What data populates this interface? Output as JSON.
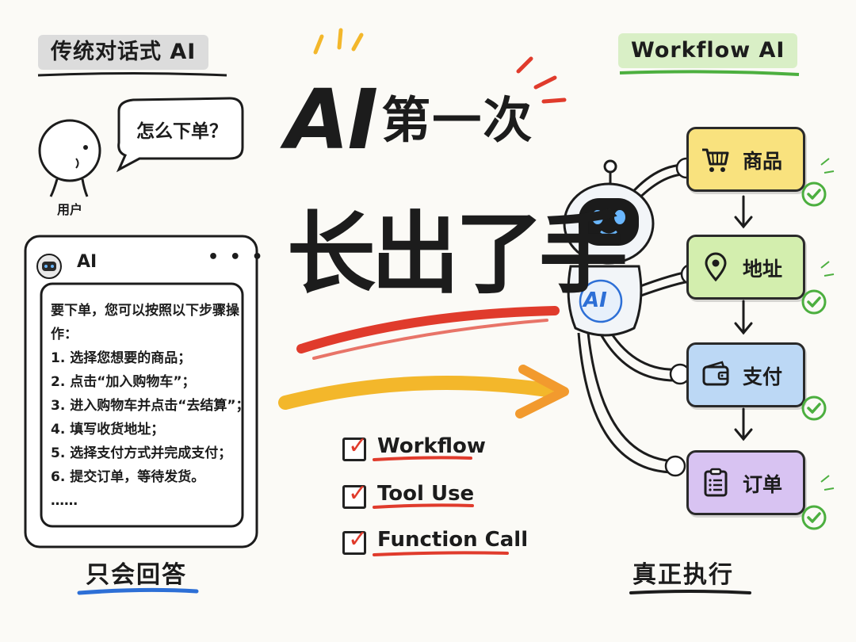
{
  "left": {
    "tag": "传统对话式 AI",
    "bubble": "怎么下单？",
    "user_label": "用户",
    "card_title": "AI",
    "card_menu": "• • •",
    "answer_intro": "要下单，您可以按照以下步骤操作：",
    "steps": [
      "1. 选择您想要的商品；",
      "2. 点击“加入购物车”；",
      "3. 进入购物车并点击“去结算”；",
      "4. 填写收货地址；",
      "5. 选择支付方式并完成支付；",
      "6. 提交订单，等待发货。"
    ],
    "ellipsis": "……",
    "caption": "只会回答"
  },
  "center": {
    "title_ai": "AI",
    "title_rest": "第一次",
    "title_line2": "长出了手",
    "checklist": [
      "Workflow",
      "Tool Use",
      "Function Call"
    ]
  },
  "right": {
    "tag": "Workflow AI",
    "robot_label": "AI",
    "steps": [
      {
        "label": "商品",
        "icon": "shopping-cart-icon",
        "color": "#f9e27e"
      },
      {
        "label": "地址",
        "icon": "location-pin-icon",
        "color": "#d3eeae"
      },
      {
        "label": "支付",
        "icon": "wallet-icon",
        "color": "#bcd8f5"
      },
      {
        "label": "订单",
        "icon": "clipboard-icon",
        "color": "#d8c3f2"
      }
    ],
    "caption": "真正执行"
  },
  "colors": {
    "red": "#e03b2c",
    "yellow": "#f3b72b",
    "green": "#4caf3f",
    "blue": "#2d6fd6",
    "orange": "#f29a2e"
  }
}
